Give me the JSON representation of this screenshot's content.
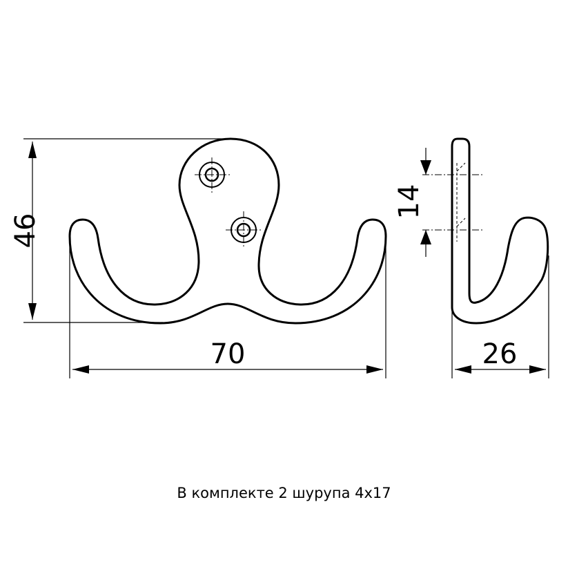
{
  "dimensions": {
    "height_front": "46",
    "width_front": "70",
    "hole_spacing": "14",
    "depth_side": "26"
  },
  "caption": "В комплекте 2 шурупа 4х17"
}
